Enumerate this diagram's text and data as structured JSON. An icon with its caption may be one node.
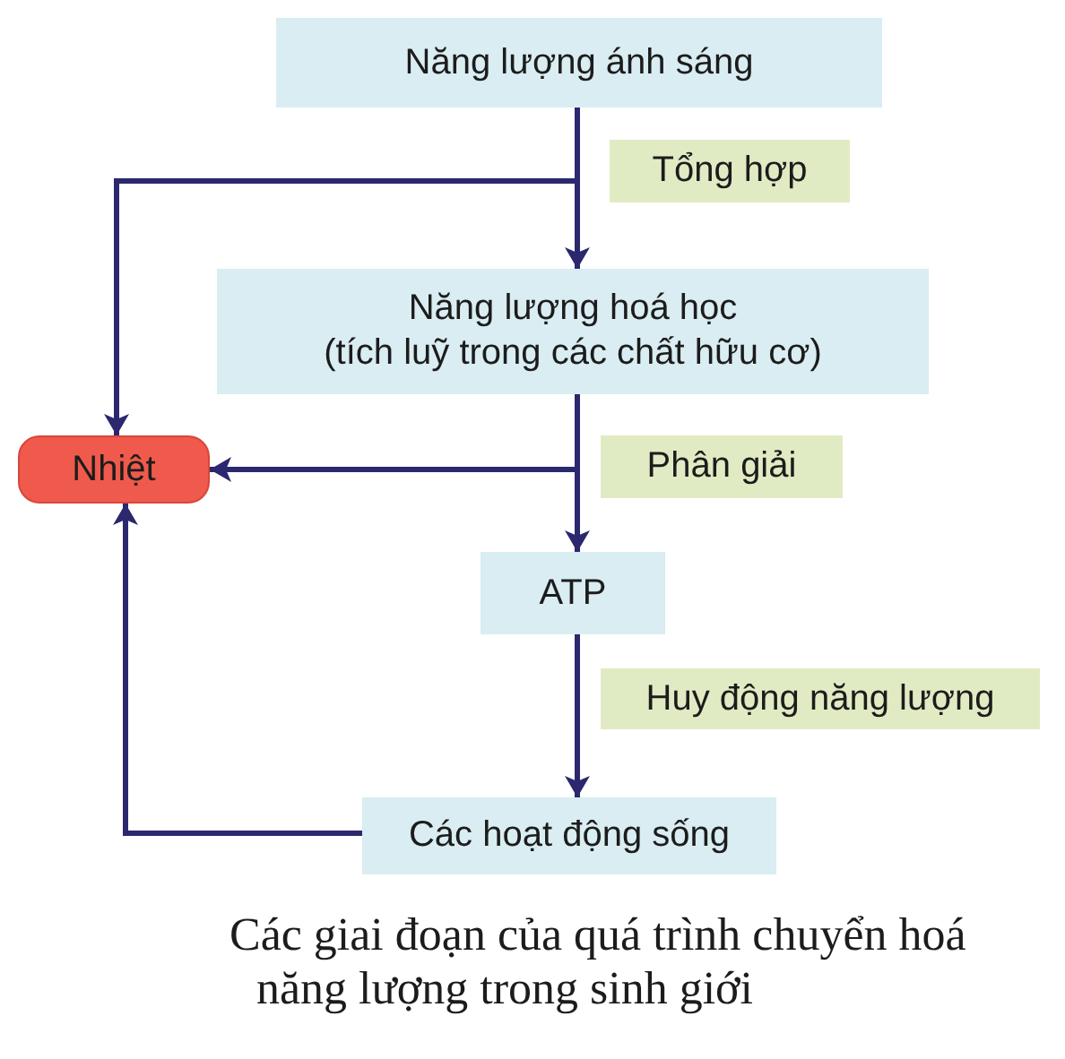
{
  "diagram": {
    "caption": "Các giai đoạn của quá trình chuyển hoá năng lượng trong sinh giới",
    "nodes": [
      {
        "text": [
          "Năng lượng ánh sáng"
        ]
      },
      {
        "text": [
          "Năng lượng hoá học",
          "(tích luỹ trong các chất hữu cơ)"
        ]
      },
      {
        "text": [
          "Nhiệt"
        ]
      },
      {
        "text": [
          "ATP"
        ]
      },
      {
        "text": [
          "Các hoạt động sống"
        ]
      }
    ],
    "edges": [
      {
        "from": 0,
        "to": 1,
        "arrow": "to",
        "label": "Tổng hợp"
      },
      {
        "from": 0,
        "to": 2,
        "arrow": "to"
      },
      {
        "from": 1,
        "to": 3,
        "arrow": "to",
        "label": "Phân giải"
      },
      {
        "from": 1,
        "to": 2,
        "arrow": "to"
      },
      {
        "from": 3,
        "to": 4,
        "arrow": "to",
        "label": "Huy động năng lượng"
      },
      {
        "from": 4,
        "to": 2,
        "arrow": "to"
      }
    ]
  }
}
